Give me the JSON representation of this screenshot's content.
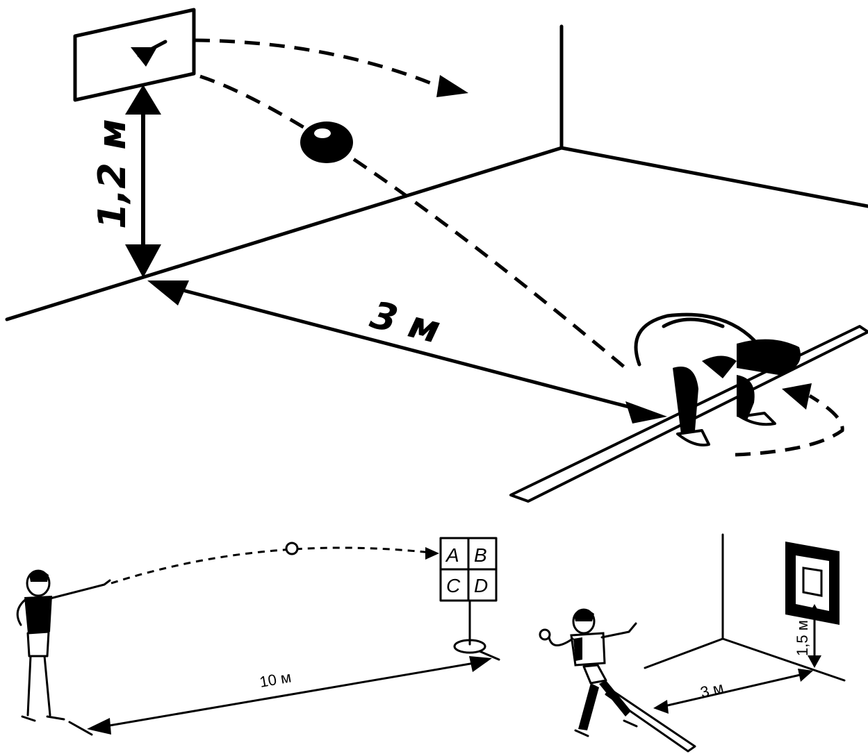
{
  "top_scene": {
    "height_label": "1,2 м",
    "distance_label": "3 м"
  },
  "left_scene": {
    "target_letters": [
      "A",
      "B",
      "C",
      "D"
    ],
    "distance_label": "10 м"
  },
  "right_scene": {
    "height_label": "1,5 м",
    "distance_label": "3 м"
  },
  "colors": {
    "ink": "#000000",
    "paper": "#ffffff"
  }
}
